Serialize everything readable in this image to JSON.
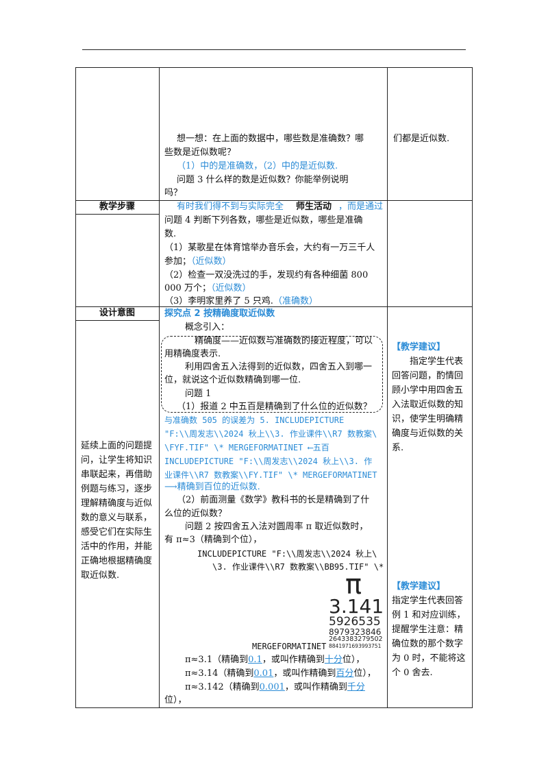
{
  "headers": {
    "steps": "教学步骤",
    "activity": "师生活动",
    "intent": "设计意图"
  },
  "top_cell": {
    "line1": "想一想：在上面的数据中，哪些数是准确数？哪",
    "line2": "些数是近似数呢？",
    "answer": "（1）中的是准确数，（2）中的是近似数.",
    "q3_line1": "问题 3  什么样的数是近似数？你能举例说明",
    "q3_line2": "吗？",
    "right": "们都是近似数."
  },
  "row2": {
    "blue_a": "有时我们得不到与实际完全",
    "blue_b": "，而是通过",
    "q4_line1": "问题 4  判断下列各数，哪些是近似数，哪些是准确",
    "q4_line2": "数.",
    "i1_line1": "（1）某歌星在体育馆举办音乐会，大约有一万三千人",
    "i1_line2": "参加；",
    "i1_ans": "（近似数）",
    "i2_line1": "（2）检查一双没洗过的手，发现约有各种细菌 800",
    "i2_line2": "000 万个；",
    "i2_ans": "（近似数）",
    "i3": "（3）李明家里养了 5 只鸡.",
    "i3_ans": "（准确数）"
  },
  "section": {
    "title": "探究点 2  按精确度取近似数",
    "concept": "概念引入：",
    "c1_line1": "精确度——近似数与准确数的接近程度，可以",
    "c1_line2": "用精确度表示.",
    "c2_line1": "利用四舍五入法得到的近似数，四舍五入到哪一",
    "c2_line2": "位，就说这个近似数精确到哪一位.",
    "q1": "问题 1",
    "q1_1": "（1）报道 2 中五百是精确到了什么位的近似数？",
    "f1": "与准确数 505 的误差为 5.  INCLUDEPICTURE",
    "f2": "\"F:\\\\周发志\\\\2024 秋上\\\\3. 作业课件\\\\R7 数教案\\",
    "f3": "\\FYF.TIF\" \\* MERGEFORMATINET",
    "f3b": "五百",
    "f4": "INCLUDEPICTURE  \"F:\\\\周发志\\\\2024 秋上\\\\3. 作",
    "f5": "业课件\\\\R7 数教案\\\\FY.TIF\" \\* MERGEFORMATINET",
    "f6": "精确到百位的近似数.",
    "q1_2_line1": "（2）前面测量《数学》教科书的长是精确到了什",
    "q1_2_line2": "么位的近似数？",
    "q2_line1": "问题 2  按四舍五入法对圆周率 π 取近似数时，",
    "q2_line2": "有  π≈3（精确到个位），",
    "g1": "INCLUDEPICTURE  \"F:\\\\周发志\\\\2024 秋上\\",
    "g2": "\\3. 作业课件\\\\R7 数教案\\\\BB95.TIF\" \\*",
    "g3": "MERGEFORMATINET",
    "p1a": "π≈3.1（精确到",
    "p1b": "0.1",
    "p1c": "，或叫作精确到",
    "p1d": "十分",
    "p1e": "位），",
    "p2a": "π≈3.14（精确到",
    "p2b": "0.01",
    "p2c": "，或叫作精确到",
    "p2d": "百分",
    "p2e": "位），",
    "p3a": "π≈3.142（精确到",
    "p3b": "0.001",
    "p3c": "，或叫作精确到",
    "p3d": "千分",
    "p4": "位），"
  },
  "pi_image": {
    "symbol": "π",
    "l1": "3.141",
    "l2": "5926535",
    "l3": "8979323846",
    "l4": "2643383279502",
    "l5": "8841971693993751"
  },
  "left_note": "延续上面的问题提问，让学生将知识串联起来，再借助例题与练习，逐步理解精确度与近似数的意义与联系，感受它们在实际生活中的作用，并能正确地根据精确度取近似数.",
  "suggestion1": {
    "title": "【教学建议】",
    "body": "指定学生代表回答问题，酌情回顾小学中用四舍五入法取近似数的知识，使学生明确精确度与近似数的关系."
  },
  "suggestion2": {
    "title": "【教学建议】",
    "body": "指定学生代表回答例 1 和对应训练，提醒学生注意：精确位数的那个数字为 0 时，不能将这个 0 舍去."
  },
  "colors": {
    "accent": "#2a8bd6",
    "text": "#111111",
    "rule": "#222222"
  }
}
